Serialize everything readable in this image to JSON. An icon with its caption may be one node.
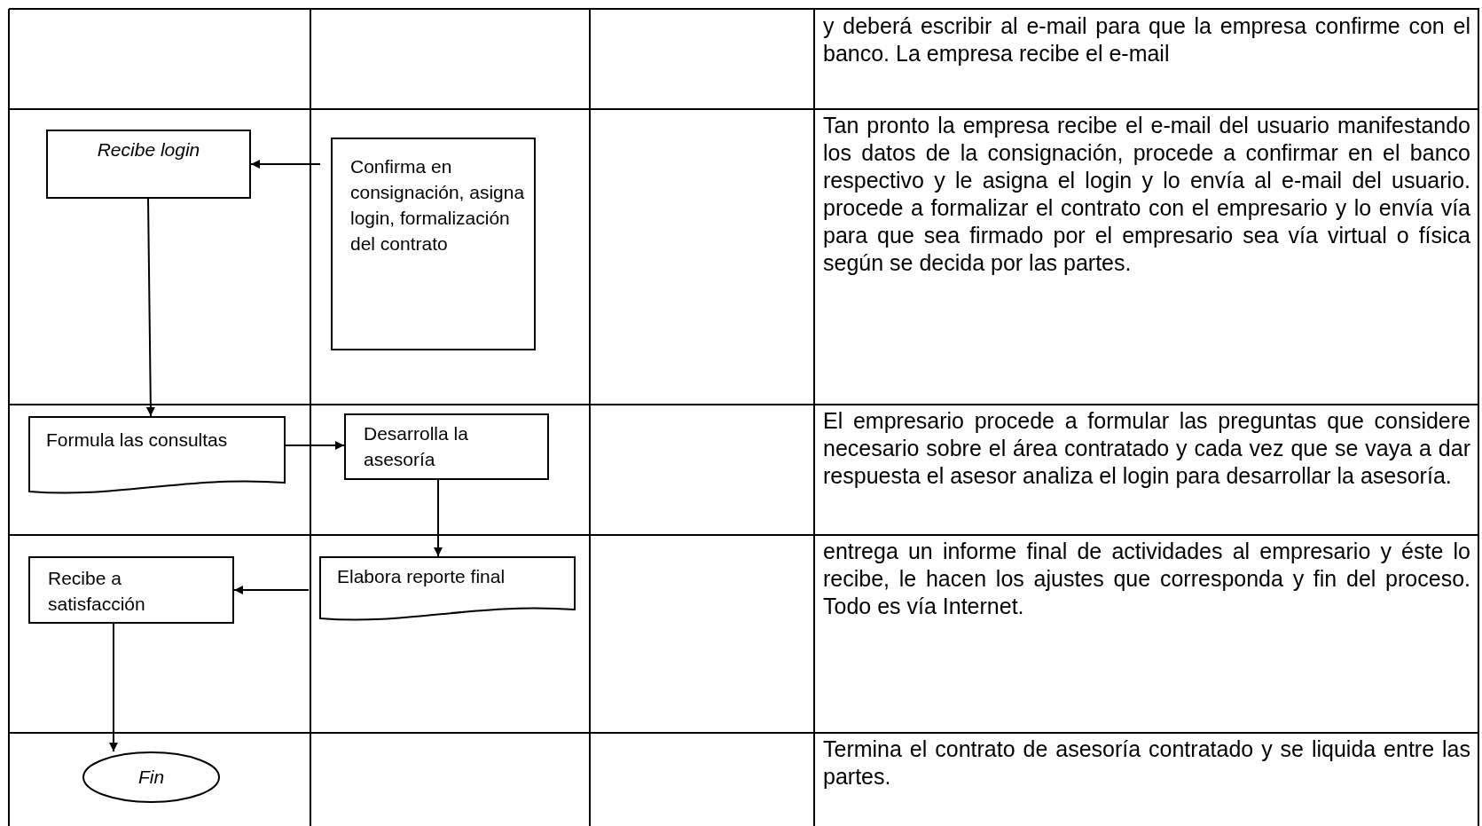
{
  "diagram": {
    "nodes": [
      {
        "text": [
          "Recibe login"
        ]
      },
      {
        "text": [
          "Confirma en consignación, asigna login, formalización del contrato"
        ]
      },
      {
        "text": [
          "Formula las consultas"
        ]
      },
      {
        "text": [
          "Desarrolla la asesoría"
        ]
      },
      {
        "text": [
          "Elabora reporte final"
        ]
      },
      {
        "text": [
          "Recibe a satisfacción"
        ]
      },
      {
        "text": [
          "Fin"
        ]
      }
    ],
    "edges": [
      {
        "from": 1,
        "to": 0,
        "arrow": "to"
      },
      {
        "from": 0,
        "to": 2,
        "arrow": "to"
      },
      {
        "from": 2,
        "to": 3,
        "arrow": "to"
      },
      {
        "from": 3,
        "to": 4,
        "arrow": "to"
      },
      {
        "from": 4,
        "to": 5,
        "arrow": "to"
      },
      {
        "from": 5,
        "to": 6,
        "arrow": "to"
      }
    ],
    "labels": [
      "y deberá escribir al e-mail para que la empresa confirme con el banco. La empresa recibe el e-mail",
      "Tan pronto la empresa recibe el e-mail del usuario manifestando los datos de la consignación, procede a confirmar en el banco respectivo y le asigna el login y lo envía al e-mail del usuario. procede a formalizar el contrato con el empresario y lo envía vía para que sea firmado por el empresario sea vía virtual o física según se decida por las partes.",
      "El empresario procede a formular las preguntas que considere necesario sobre el área contratado y cada vez que se vaya a dar respuesta el asesor analiza el login para desarrollar la asesoría.",
      "entrega un informe final de actividades al empresario y éste lo recibe, le hacen los ajustes que corresponda y fin del proceso. Todo es vía Internet.",
      "Termina el contrato de asesoría contratado y se liquida entre las partes."
    ]
  }
}
